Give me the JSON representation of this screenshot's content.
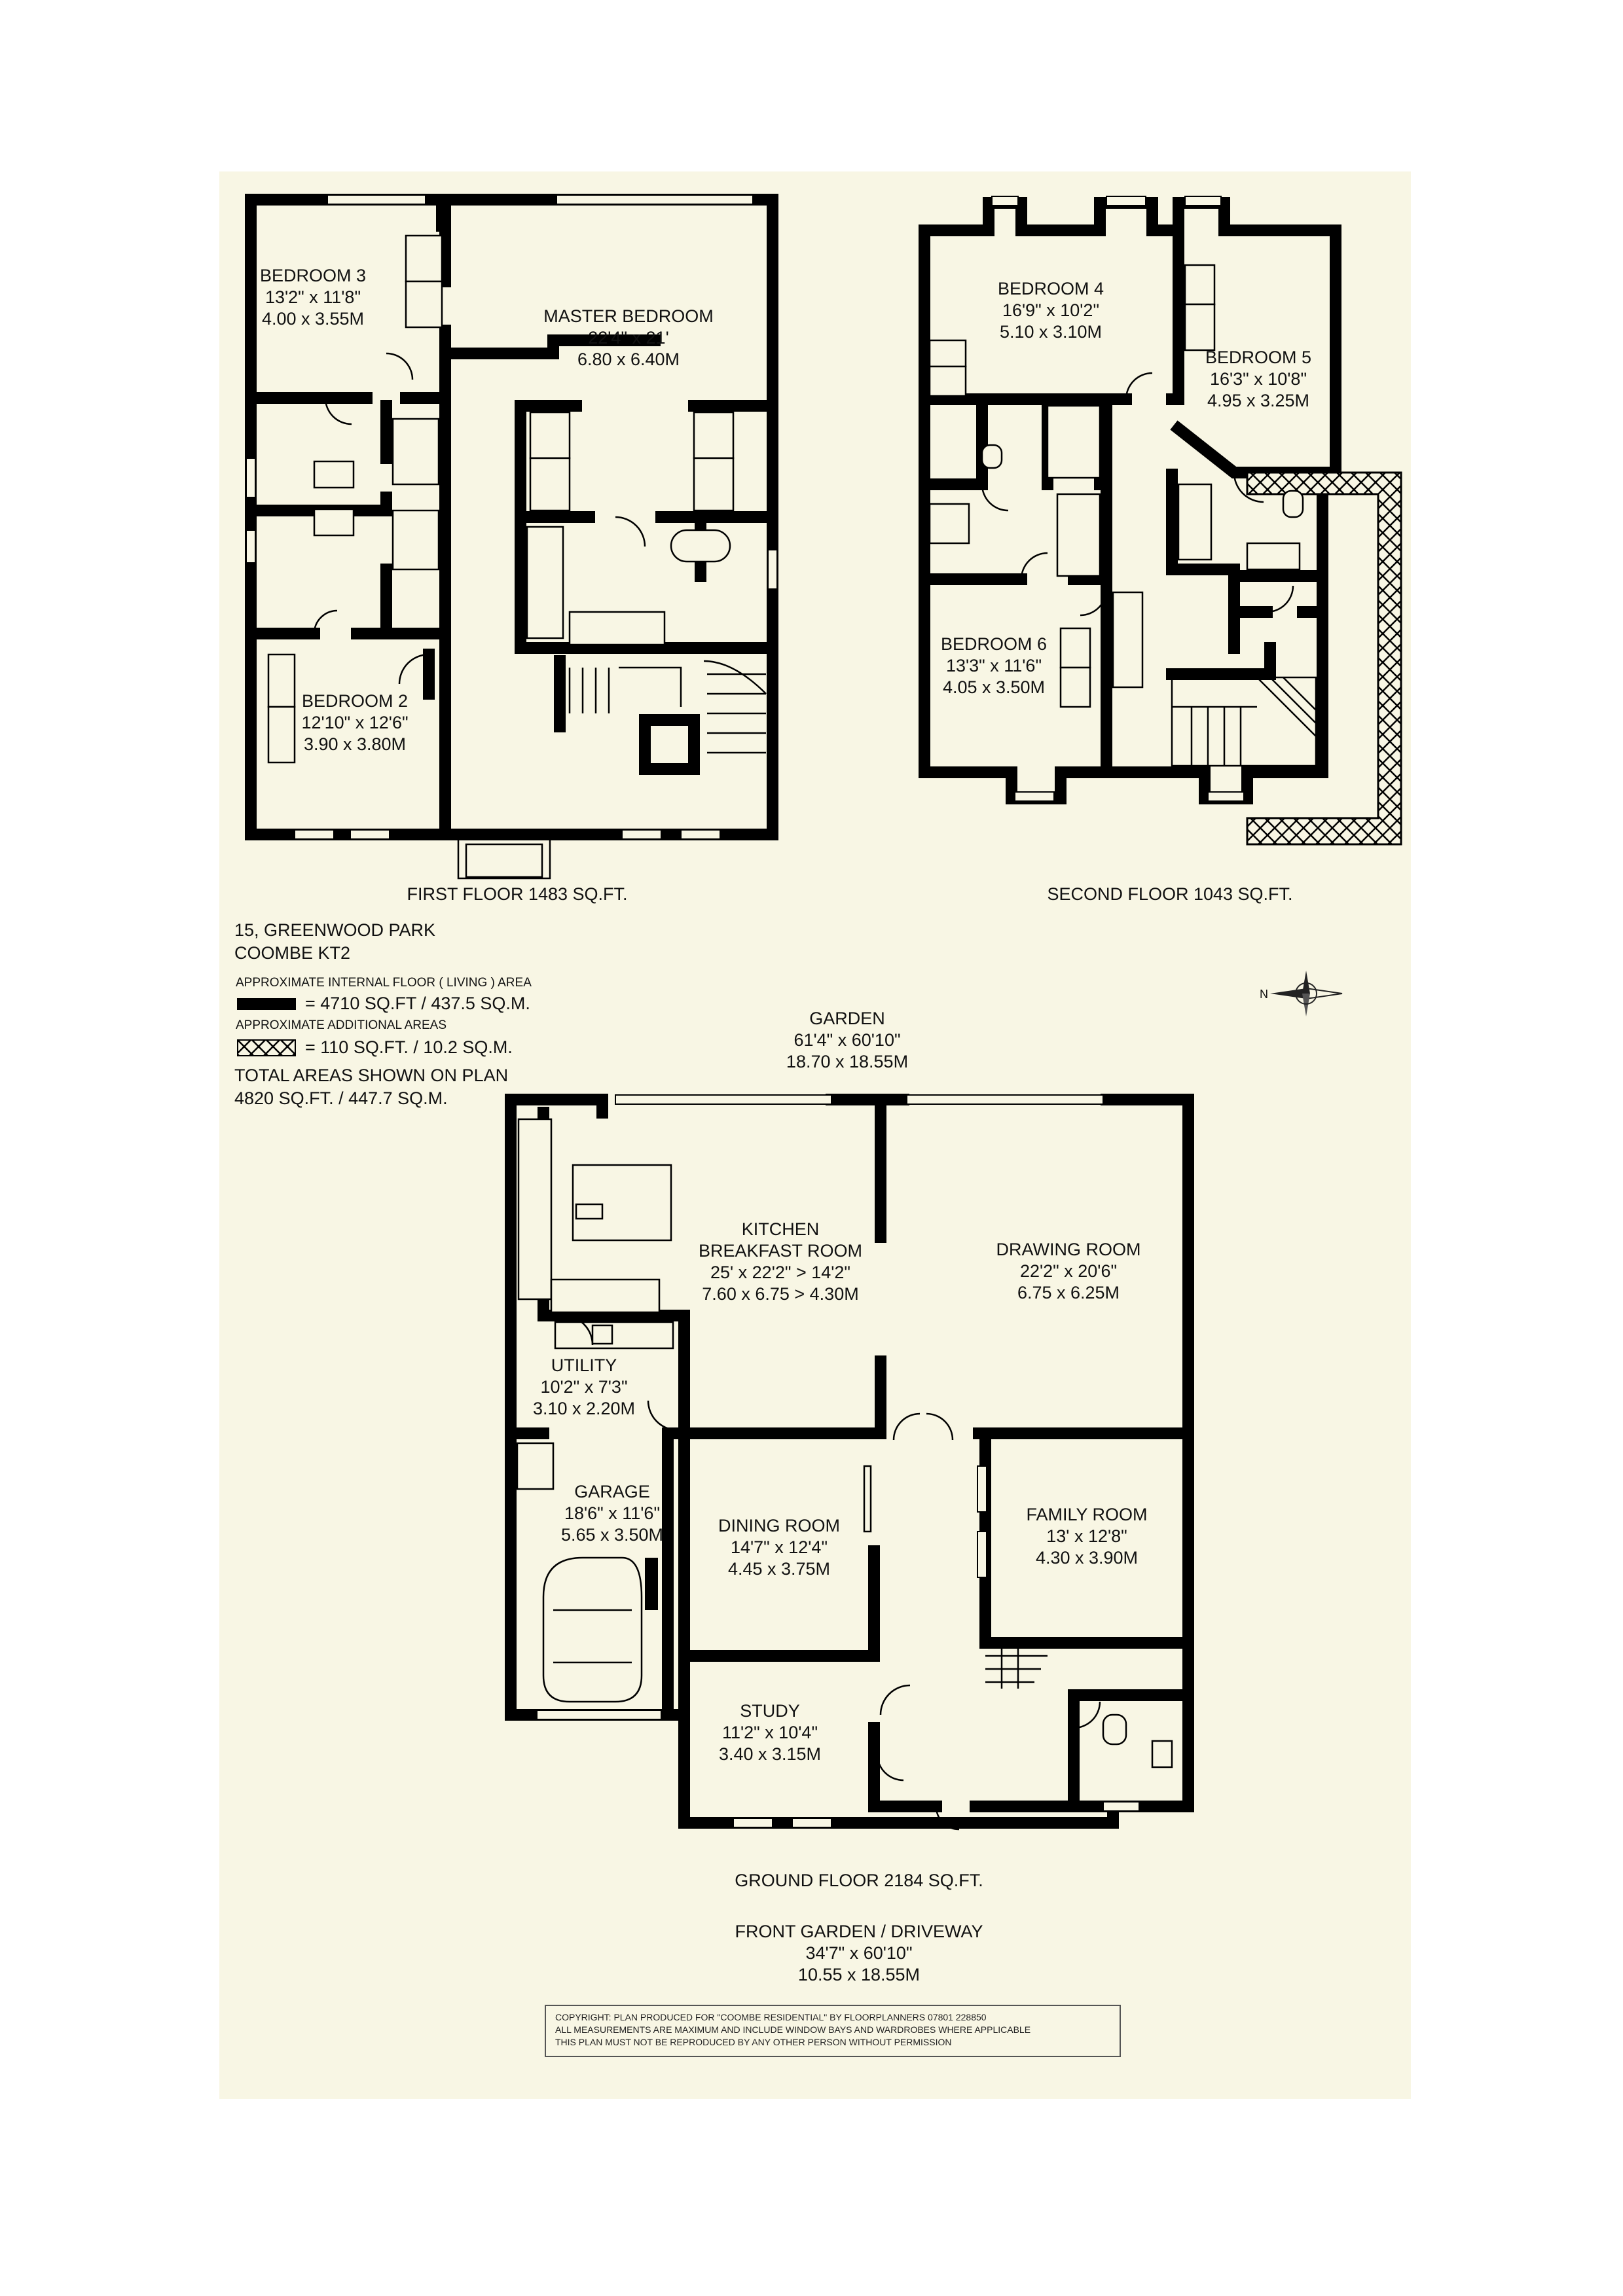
{
  "first_floor": {
    "caption": "FIRST FLOOR 1483 SQ.FT.",
    "rooms": [
      {
        "name": "BEDROOM 3",
        "imperial": "13'2\" x 11'8\"",
        "metric": "4.00 x 3.55M"
      },
      {
        "name": "MASTER BEDROOM",
        "imperial": "22'4\" x 21'",
        "metric": "6.80 x 6.40M"
      },
      {
        "name": "BEDROOM 2",
        "imperial": "12'10\" x 12'6\"",
        "metric": "3.90 x 3.80M"
      }
    ]
  },
  "second_floor": {
    "caption": "SECOND FLOOR 1043 SQ.FT.",
    "rooms": [
      {
        "name": "BEDROOM 4",
        "imperial": "16'9\" x 10'2\"",
        "metric": "5.10 x 3.10M"
      },
      {
        "name": "BEDROOM 5",
        "imperial": "16'3\" x 10'8\"",
        "metric": "4.95 x 3.25M"
      },
      {
        "name": "BEDROOM 6",
        "imperial": "13'3\" x 11'6\"",
        "metric": "4.05 x 3.50M"
      }
    ]
  },
  "ground_floor": {
    "caption": "GROUND FLOOR 2184 SQ.FT.",
    "rooms": [
      {
        "name": "KITCHEN",
        "name2": "BREAKFAST ROOM",
        "imperial": "25' x 22'2\" > 14'2\"",
        "metric": "7.60 x 6.75 > 4.30M"
      },
      {
        "name": "DRAWING ROOM",
        "imperial": "22'2\" x 20'6\"",
        "metric": "6.75 x 6.25M"
      },
      {
        "name": "UTILITY",
        "imperial": "10'2\" x 7'3\"",
        "metric": "3.10 x 2.20M"
      },
      {
        "name": "GARAGE",
        "imperial": "18'6\" x 11'6\"",
        "metric": "5.65 x 3.50M"
      },
      {
        "name": "DINING ROOM",
        "imperial": "14'7\" x 12'4\"",
        "metric": "4.45 x 3.75M"
      },
      {
        "name": "FAMILY ROOM",
        "imperial": "13' x 12'8\"",
        "metric": "4.30 x 3.90M"
      },
      {
        "name": "STUDY",
        "imperial": "11'2\" x 10'4\"",
        "metric": "3.40 x 3.15M"
      }
    ]
  },
  "garden": {
    "name": "GARDEN",
    "imperial": "61'4\" x 60'10\"",
    "metric": "18.70 x 18.55M"
  },
  "front_garden": {
    "name": "FRONT GARDEN / DRIVEWAY",
    "imperial": "34'7\" x 60'10\"",
    "metric": "10.55 x 18.55M"
  },
  "address": {
    "line1": "15, GREENWOOD PARK",
    "line2": "COOMBE KT2"
  },
  "legend": {
    "internal_label": "APPROXIMATE INTERNAL FLOOR ( LIVING ) AREA",
    "internal_value": "= 4710 SQ.FT / 437.5 SQ.M.",
    "additional_label": "APPROXIMATE ADDITIONAL AREAS",
    "additional_value": "= 110 SQ.FT. / 10.2 SQ.M.",
    "total_label": "TOTAL AREAS SHOWN ON PLAN",
    "total_value": "4820 SQ.FT. / 447.7 SQ.M."
  },
  "compass": {
    "letter": "N"
  },
  "copyright": {
    "line1": "COPYRIGHT: PLAN PRODUCED FOR \"COOMBE RESIDENTIAL\" BY FLOORPLANNERS 07801 228850",
    "line2": "ALL MEASUREMENTS ARE MAXIMUM AND INCLUDE WINDOW BAYS AND WARDROBES WHERE APPLICABLE",
    "line3": "THIS PLAN MUST NOT BE REPRODUCED BY ANY OTHER PERSON WITHOUT PERMISSION"
  },
  "colors": {
    "paper": "#f8f6e4",
    "wall": "#000000"
  }
}
